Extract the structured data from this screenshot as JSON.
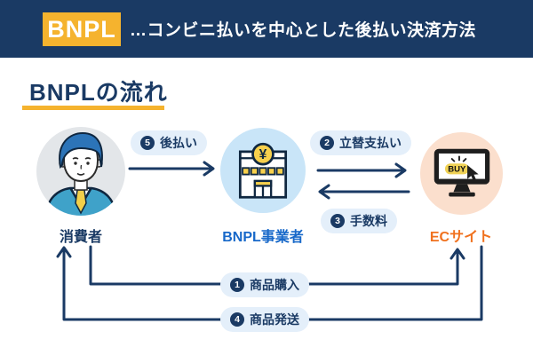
{
  "colors": {
    "navy": "#1a3a64",
    "yellow": "#f5b32e",
    "pill_bg": "#e4effa",
    "consumer_circle": "#e3e6e9",
    "bnpl_circle": "#c9e5f8",
    "ec_circle": "#fbdfcd",
    "bnpl_label": "#1768c9",
    "ec_label": "#f0711e"
  },
  "header": {
    "badge": "BNPL",
    "description": "…コンビニ払いを中心とした後払い決済方法"
  },
  "section": {
    "title": "BNPLの流れ"
  },
  "entities": {
    "consumer": {
      "label": "消費者",
      "icon": "person-icon"
    },
    "bnpl": {
      "label": "BNPL事業者",
      "icon": "bank-building-icon"
    },
    "ec": {
      "label": "ECサイト",
      "icon": "monitor-buy-icon"
    }
  },
  "flow": {
    "steps": [
      {
        "number": "1",
        "label": "商品購入",
        "from": "消費者",
        "to": "ECサイト"
      },
      {
        "number": "2",
        "label": "立替支払い",
        "from": "BNPL事業者",
        "to": "ECサイト"
      },
      {
        "number": "3",
        "label": "手数料",
        "from": "ECサイト",
        "to": "BNPL事業者"
      },
      {
        "number": "4",
        "label": "商品発送",
        "from": "ECサイト",
        "to": "消費者"
      },
      {
        "number": "5",
        "label": "後払い",
        "from": "消費者",
        "to": "BNPL事業者"
      }
    ]
  },
  "icon_texts": {
    "buy": "BUY",
    "yen": "¥"
  }
}
